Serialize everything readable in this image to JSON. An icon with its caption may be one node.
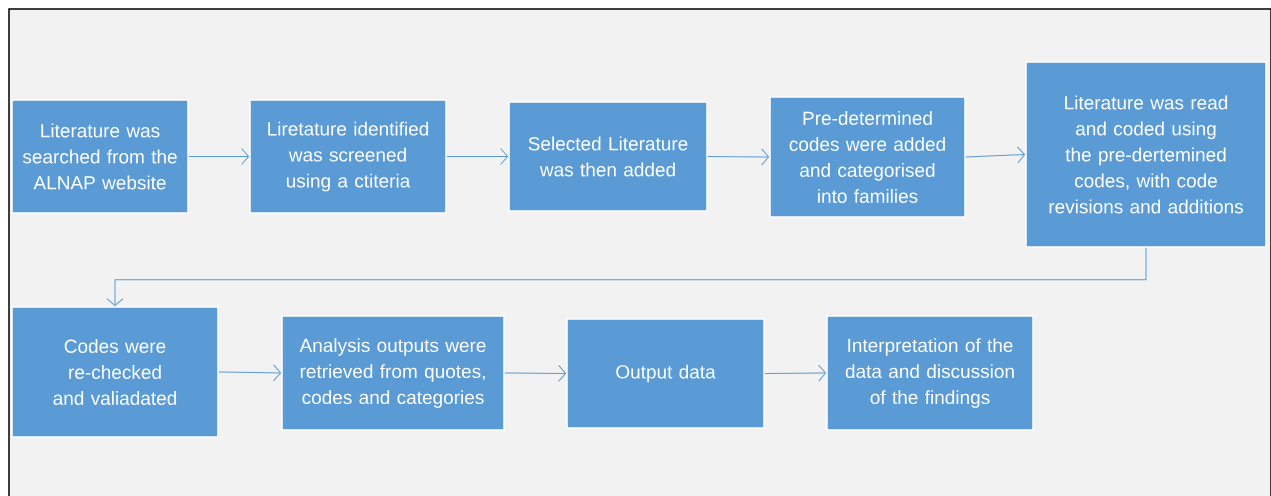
{
  "diagram": {
    "nodes": [
      {
        "text": [
          "Literature was searched from the ALNAP website"
        ]
      },
      {
        "text": [
          "Liretature identified was screened using a ctiteria"
        ]
      },
      {
        "text": [
          "Selected Literature was then added"
        ]
      },
      {
        "text": [
          "Pre-determined codes were added and categorised into families"
        ]
      },
      {
        "text": [
          "Literature was read and coded using the pre-dertemined codes, with code revisions and additions"
        ]
      },
      {
        "text": [
          "Codes were re-checked and valiadated"
        ]
      },
      {
        "text": [
          "Analysis outputs were retrieved from quotes, codes and categories"
        ]
      },
      {
        "text": [
          "Output data"
        ]
      },
      {
        "text": [
          "Interpretation of the data and discussion of the findings"
        ]
      }
    ],
    "edges": [
      {
        "from": 0,
        "to": 1,
        "arrow": "to"
      },
      {
        "from": 1,
        "to": 2,
        "arrow": "to"
      },
      {
        "from": 2,
        "to": 3,
        "arrow": "to"
      },
      {
        "from": 3,
        "to": 4,
        "arrow": "to"
      },
      {
        "from": 4,
        "to": 5,
        "arrow": "to"
      },
      {
        "from": 5,
        "to": 6,
        "arrow": "to"
      },
      {
        "from": 6,
        "to": 7,
        "arrow": "to"
      },
      {
        "from": 7,
        "to": 8,
        "arrow": "to"
      }
    ]
  }
}
